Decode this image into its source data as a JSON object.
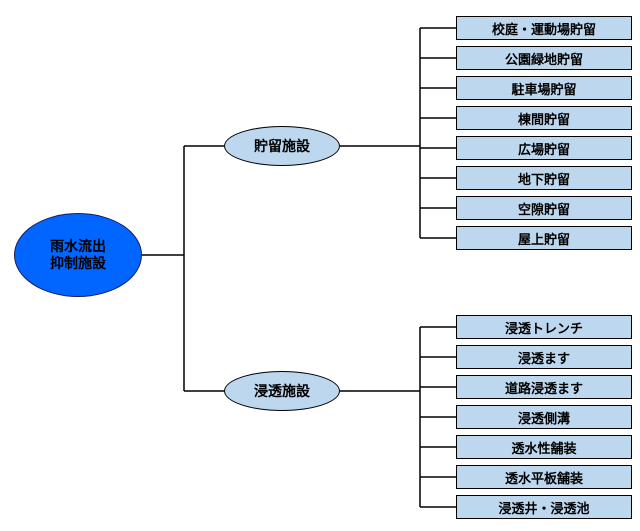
{
  "diagram": {
    "root": {
      "label_line1": "雨水流出",
      "label_line2": "抑制施設"
    },
    "branches": [
      {
        "label": "貯留施設",
        "items": [
          "校庭・運動場貯留",
          "公園緑地貯留",
          "駐車場貯留",
          "棟間貯留",
          "広場貯留",
          "地下貯留",
          "空隙貯留",
          "屋上貯留"
        ]
      },
      {
        "label": "浸透施設",
        "items": [
          "浸透トレンチ",
          "浸透ます",
          "道路浸透ます",
          "浸透側溝",
          "透水性舗装",
          "透水平板舗装",
          "浸透井・浸透池"
        ]
      }
    ],
    "colors": {
      "root_fill": "#0066ff",
      "node_fill": "#bdd7ee",
      "line": "#000000"
    }
  }
}
